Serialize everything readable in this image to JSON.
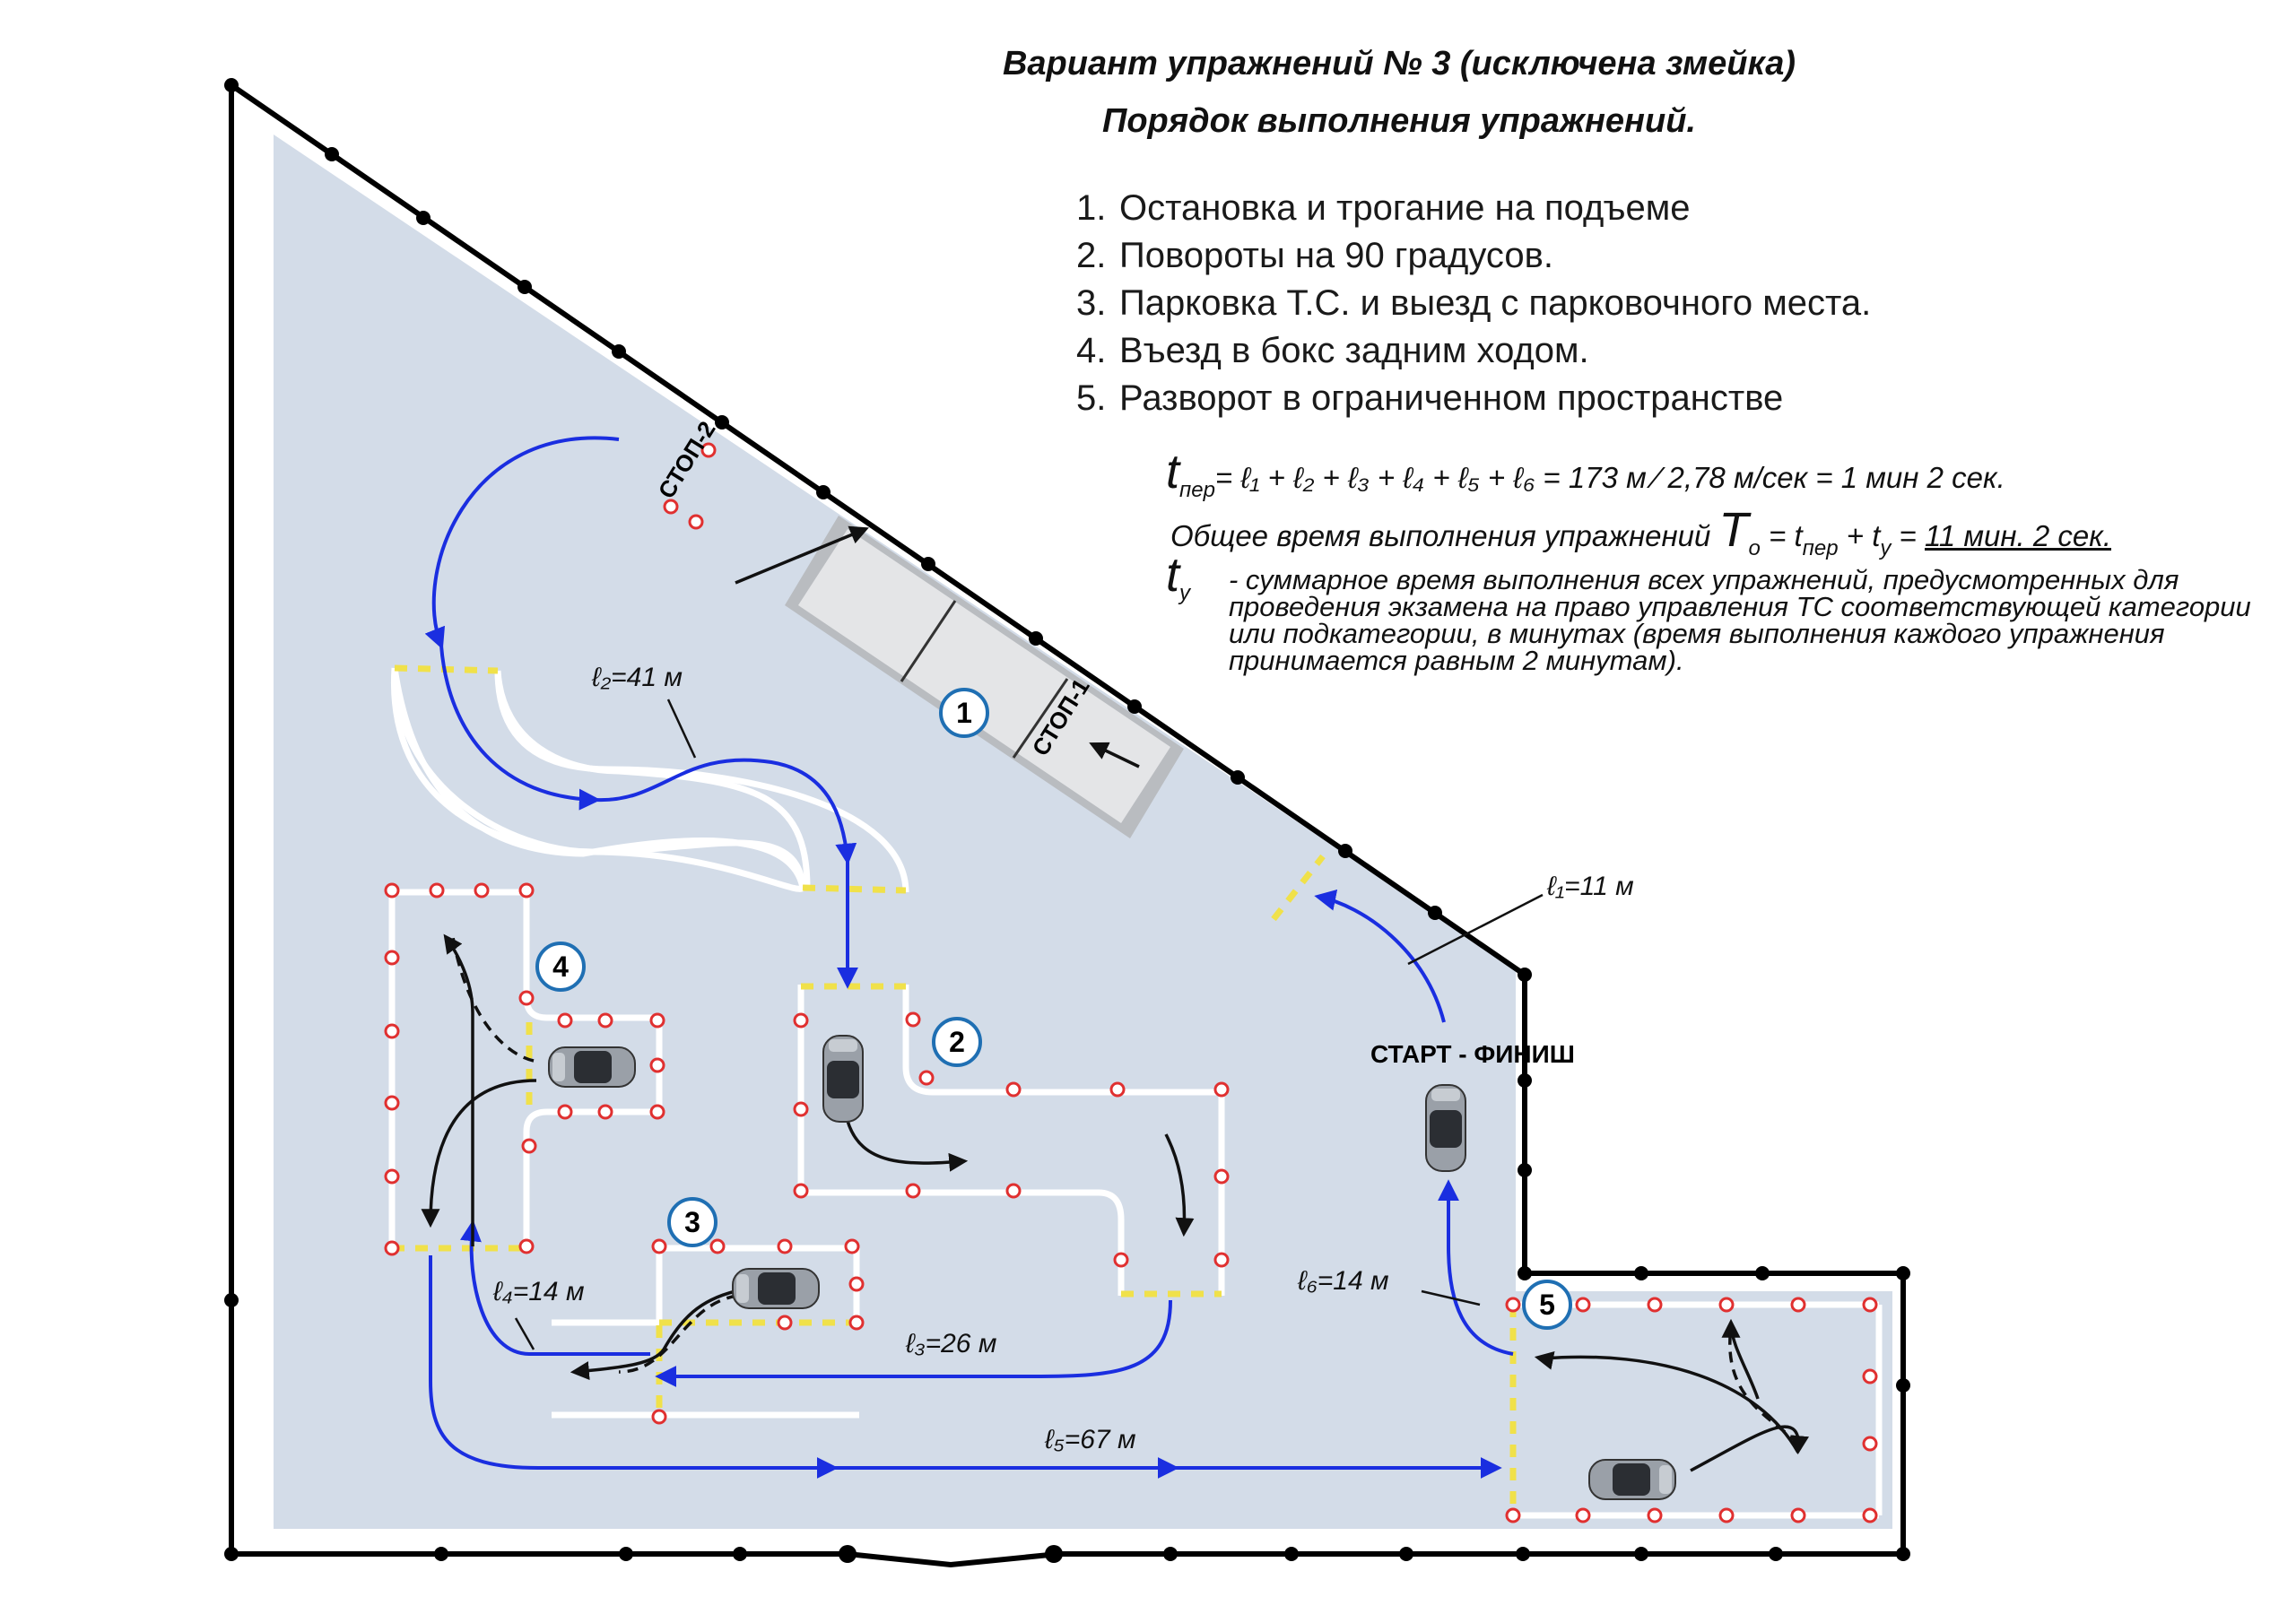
{
  "title_line1": "Вариант упражнений № 3 (исключена змейка)",
  "title_line2": "Порядок выполнения упражнений.",
  "steps": [
    {
      "num": "1.",
      "text": "Остановка и трогание на подъеме"
    },
    {
      "num": "2.",
      "text": "Повороты на 90 градусов."
    },
    {
      "num": "3.",
      "text": "Парковка Т.С. и выезд с парковочного места."
    },
    {
      "num": "4.",
      "text": "Въезд в бокс задним ходом."
    },
    {
      "num": "5.",
      "text": "Разворот в ограниченном пространстве"
    }
  ],
  "formula": {
    "t": "t",
    "t_sub": "пер",
    "sum": "= ℓ₁ + ℓ₂ + ℓ₃ + ℓ₄ + ℓ₅ + ℓ₆ = 173 м ⁄ 2,78 м/сек = 1 мин 2 сек.",
    "total_prefix": "Общее время выполнения упражнений",
    "T": "T",
    "T_sub": "о",
    "eq": "= t",
    "eq_sub": "пер",
    "plus": "+ t",
    "plus_sub": "у",
    "result": "11 мин. 2 сек.",
    "ty": "t",
    "ty_sub": "у",
    "ty_desc": "- суммарное время выполнения всех упражнений, предусмотренных для проведения экзамена на право управления ТС соответствующей категории или подкатегории, в минутах (время выполнения каждого упражнения принимается равным 2 минутам)."
  },
  "labels": {
    "stop1": "СТОП-1",
    "stop2": "СТОП-2",
    "start_finish": "СТАРТ - ФИНИШ",
    "l1": "ℓ₁=11 м",
    "l2": "ℓ₂=41 м",
    "l3": "ℓ₃=26 м",
    "l4": "ℓ₄=14 м",
    "l5": "ℓ₅=67 м",
    "l6": "ℓ₆=14 м"
  },
  "exercise_numbers": [
    "1",
    "2",
    "3",
    "4",
    "5"
  ],
  "colors": {
    "ground": "#d3dce8",
    "route": "#1a2ee0",
    "marking": "#ffffff",
    "dashed": "#f0e14a",
    "cone": "#e03030",
    "badge_border": "#1f6fb3"
  }
}
